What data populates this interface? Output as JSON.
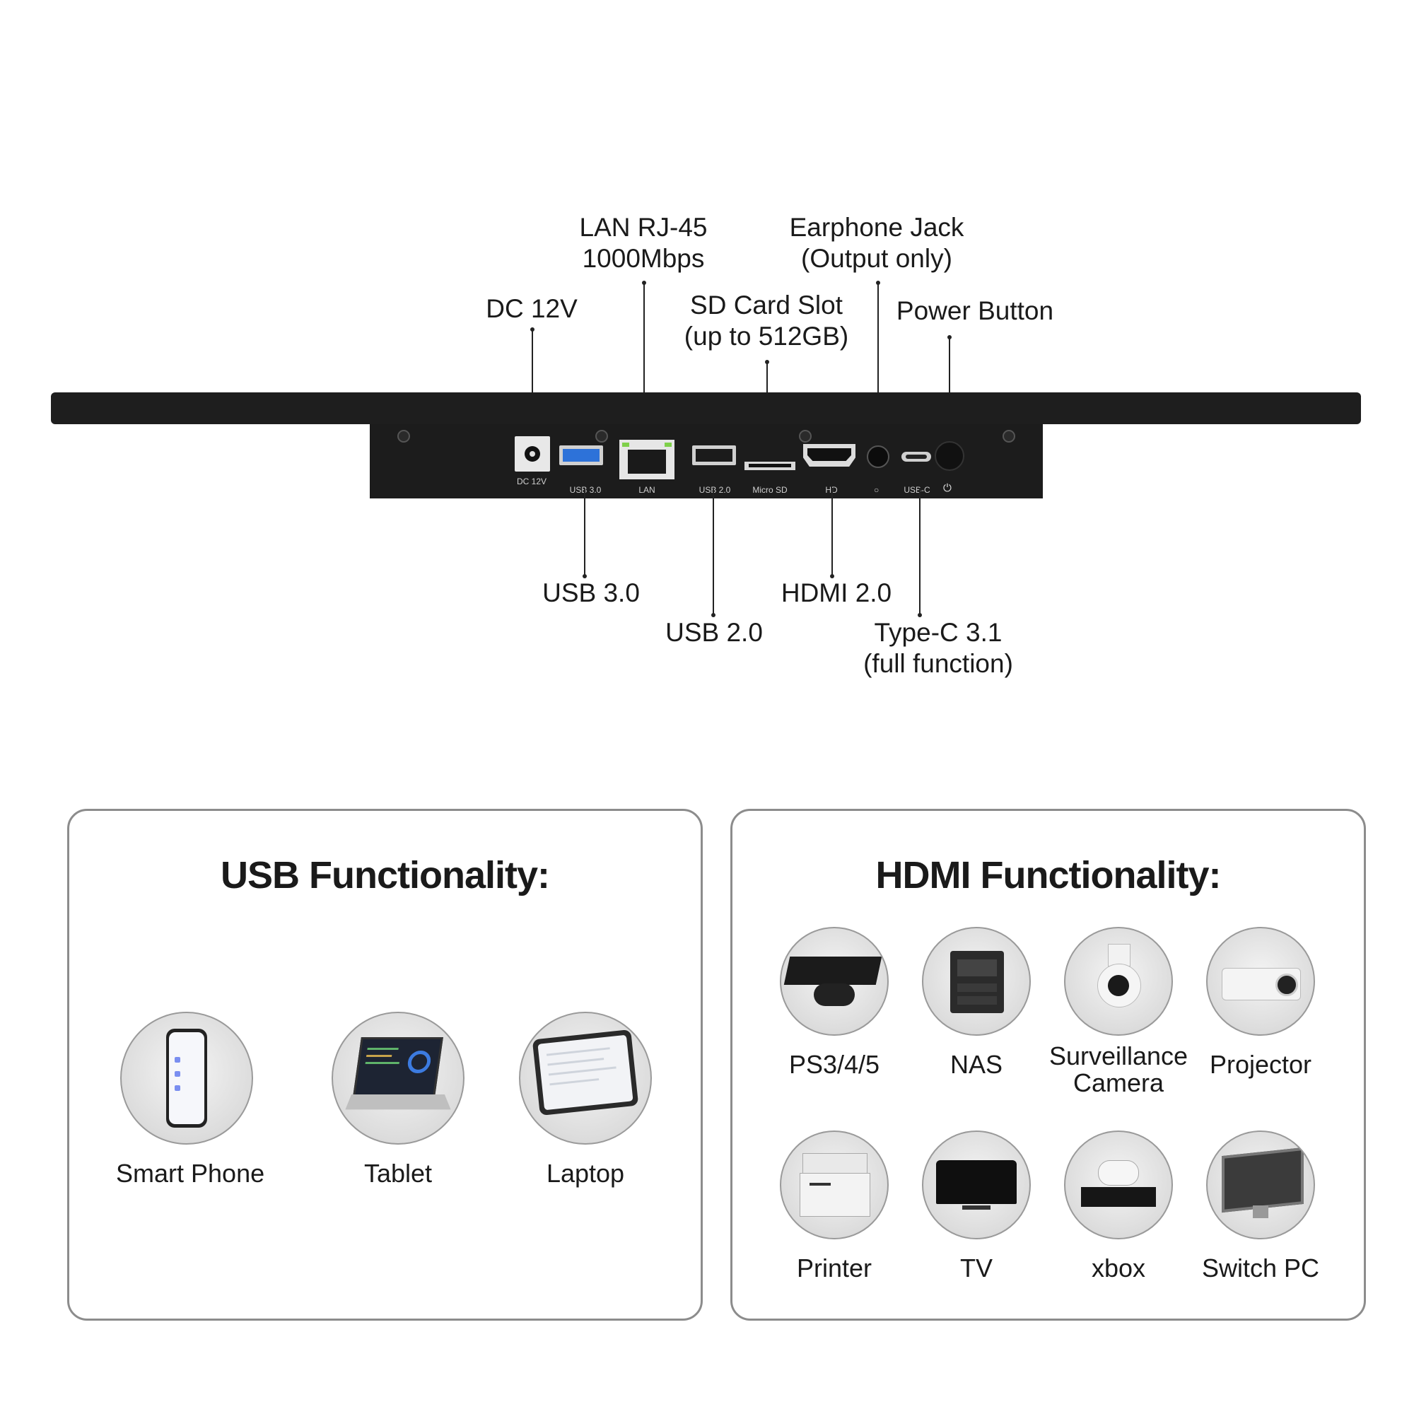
{
  "top_labels": {
    "dc": "DC 12V",
    "lan_line1": "LAN RJ-45",
    "lan_line2": "1000Mbps",
    "sd_line1": "SD Card Slot",
    "sd_line2": "(up to 512GB)",
    "ear_line1": "Earphone Jack",
    "ear_line2": "(Output only)",
    "power": "Power Button"
  },
  "bottom_labels": {
    "usb3": "USB 3.0",
    "usb2": "USB 2.0",
    "hdmi": "HDMI 2.0",
    "typec_line1": "Type-C 3.1",
    "typec_line2": "(full function)"
  },
  "port_captions": {
    "dc": "DC 12V",
    "usb3": "USB 3.0",
    "lan": "LAN",
    "usb2": "USB 2.0",
    "microsd": "Micro SD",
    "hd": "HD",
    "typec": "USB-C"
  },
  "usb_card": {
    "title": "USB Functionality:",
    "devices": [
      "Smart Phone",
      "Tablet",
      "Laptop"
    ]
  },
  "hdmi_card": {
    "title": "HDMI Functionality:",
    "row1": [
      "PS3/4/5",
      "NAS",
      "Surveillance",
      "Projector"
    ],
    "camera_line2": "Camera",
    "row2": [
      "Printer",
      "TV",
      "xbox",
      "Switch PC"
    ]
  }
}
